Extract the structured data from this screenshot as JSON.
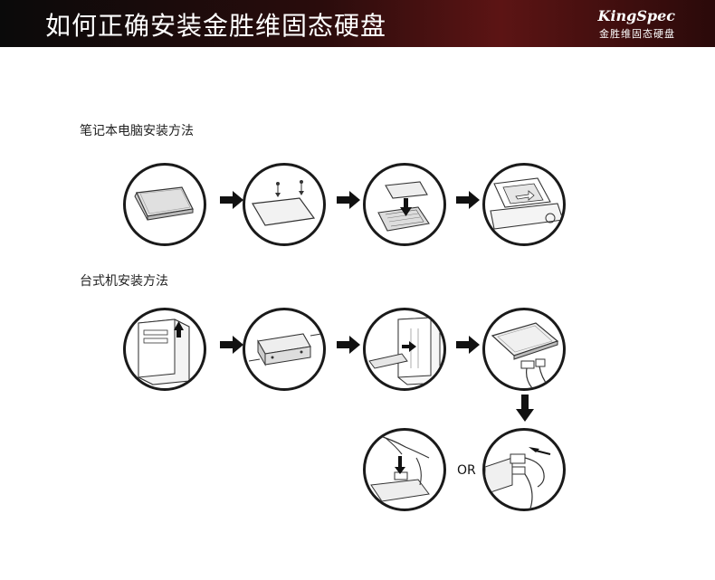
{
  "header": {
    "title": "如何正确安装金胜维固态硬盘",
    "logo_text": "KingSpec",
    "logo_sub": "金胜维固态硬盘"
  },
  "sections": {
    "laptop": {
      "label": "笔记本电脑安装方法"
    },
    "desktop": {
      "label": "台式机安装方法"
    }
  },
  "connector_choice": {
    "or_label": "OR"
  },
  "colors": {
    "header_dark": "#0a0a0a",
    "header_red": "#5c1414",
    "line": "#1a1a1a"
  },
  "icons": [
    "laptop-closed-icon",
    "laptop-panel-screws-icon",
    "ssd-insert-laptop-icon",
    "laptop-bay-icon",
    "desktop-tower-icon",
    "drive-bracket-icon",
    "tower-insert-drive-icon",
    "ssd-sata-cable-icon",
    "sata-connect-icon",
    "sata-plug-icon",
    "arrow-right-icon",
    "arrow-down-icon"
  ]
}
